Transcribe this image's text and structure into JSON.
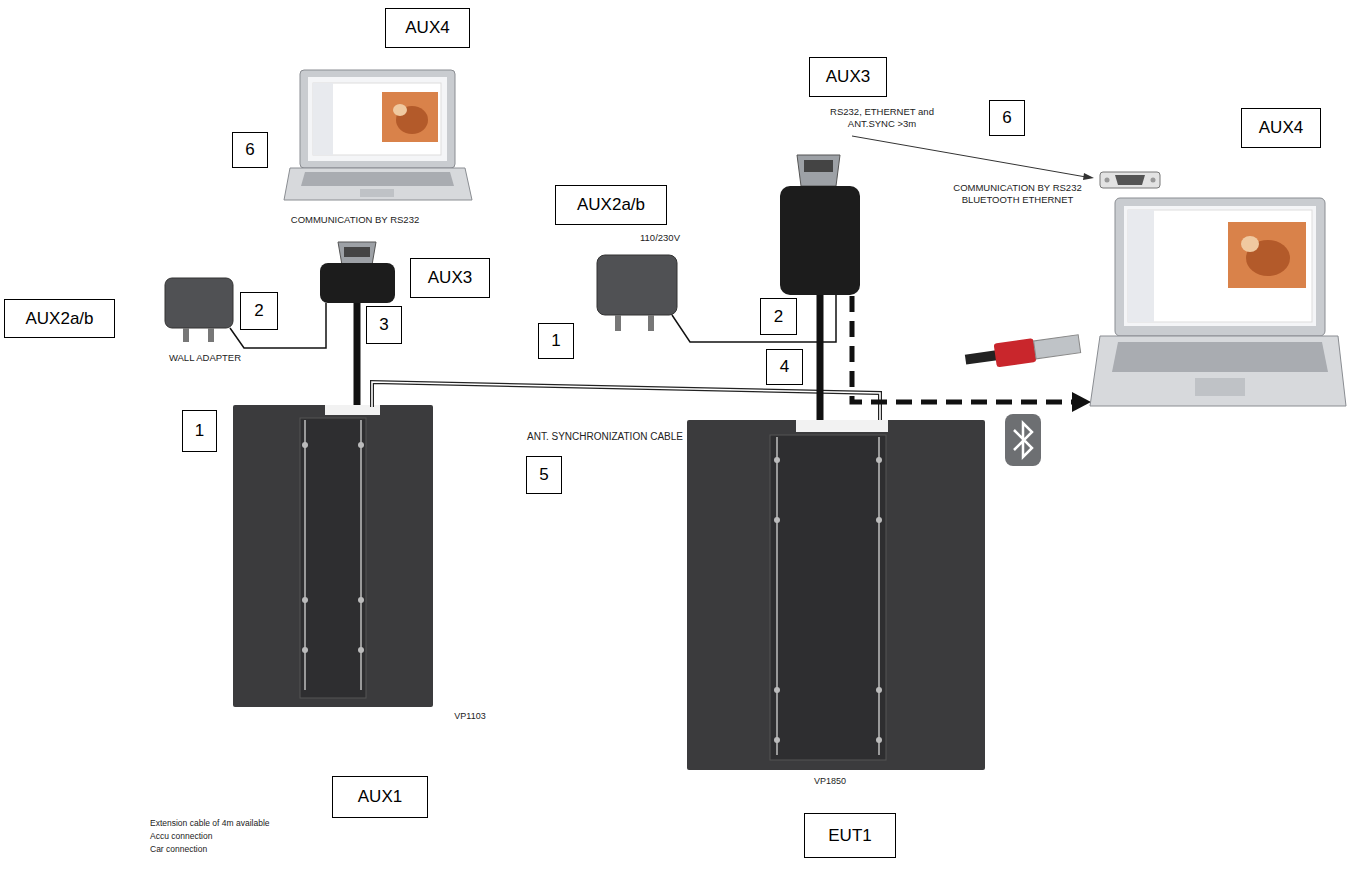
{
  "diagram": {
    "nodes": [
      {
        "text": [
          "AUX4"
        ]
      },
      {
        "text": [
          "AUX3"
        ]
      },
      {
        "text": [
          "6"
        ]
      },
      {
        "text": [
          "6"
        ]
      },
      {
        "text": [
          "AUX4"
        ]
      },
      {
        "text": [
          "AUX2a/b"
        ]
      },
      {
        "text": [
          "AUX3"
        ]
      },
      {
        "text": [
          "AUX2a/b"
        ]
      },
      {
        "text": [
          "2"
        ]
      },
      {
        "text": [
          "3"
        ]
      },
      {
        "text": [
          "2"
        ]
      },
      {
        "text": [
          "1"
        ]
      },
      {
        "text": [
          "4"
        ]
      },
      {
        "text": [
          "1"
        ]
      },
      {
        "text": [
          "5"
        ]
      },
      {
        "text": [
          "AUX1"
        ]
      },
      {
        "text": [
          "EUT1"
        ]
      }
    ],
    "labels": [
      "RS232, ETHERNET and ANT.SYNC >3m",
      "COMMUNICATION BY RS232 BLUETOOTH ETHERNET",
      "COMMUNICATION BY RS232",
      "110/230V",
      "WALL ADAPTER",
      "ANT. SYNCHRONIZATION CABLE",
      "VP1103",
      "VP1850",
      "Extension cable of 4m available",
      "Accu connection",
      "Car connection"
    ]
  }
}
